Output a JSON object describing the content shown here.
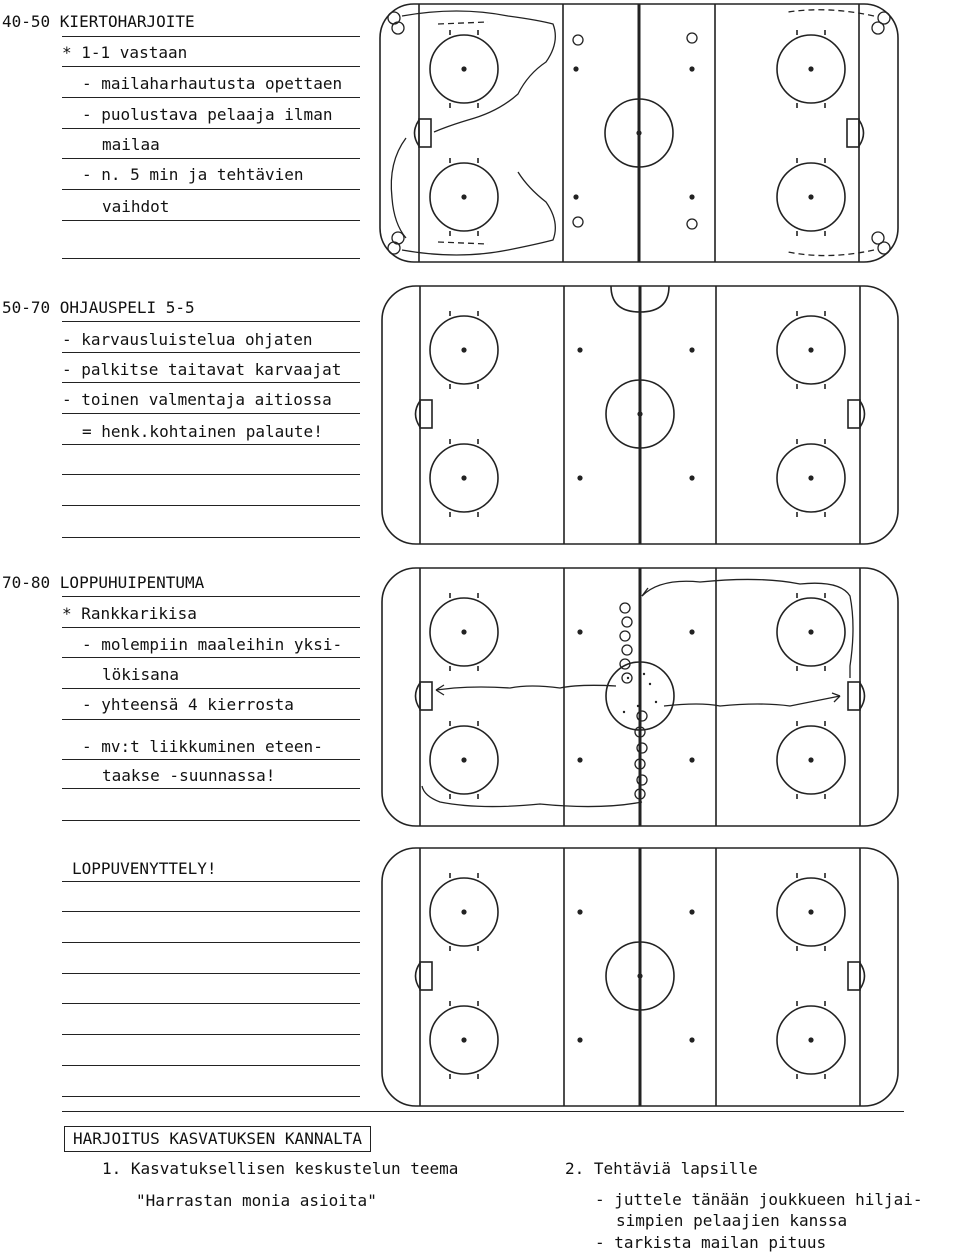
{
  "section1": {
    "lines": [
      "40-50 KIERTOHARJOITE",
      "* 1-1 vastaan",
      "- mailaharhautusta opettaen",
      "- puolustava pelaaja ilman",
      "mailaa",
      "- n. 5 min ja tehtävien",
      "vaihdot"
    ]
  },
  "section2": {
    "lines": [
      "50-70 OHJAUSPELI 5-5",
      "- karvausluistelua ohjaten",
      "- palkitse taitavat karvaajat",
      "- toinen valmentaja aitiossa",
      "= henk.kohtainen palaute!"
    ]
  },
  "section3": {
    "lines": [
      "70-80 LOPPUHUIPENTUMA",
      "* Rankkarikisa",
      "- molempiin maaleihin yksi-",
      "lökisana",
      "- yhteensä 4 kierrosta",
      "- mv:t liikkuminen eteen-",
      "taakse -suunnassa!"
    ]
  },
  "section4": {
    "lines": [
      "LOPPUVENYTTELY!"
    ]
  },
  "footer": {
    "box_title": "HARJOITUS KASVATUKSEN KANNALTA",
    "left": [
      "1. Kasvatuksellisen keskustelun teema",
      "\"Harrastan monia asioita\""
    ],
    "right": [
      "2. Tehtäviä lapsille",
      "- juttele tänään joukkueen hiljai-",
      "simpien pelaajien kanssa",
      "- tarkista mailan pituus"
    ]
  }
}
